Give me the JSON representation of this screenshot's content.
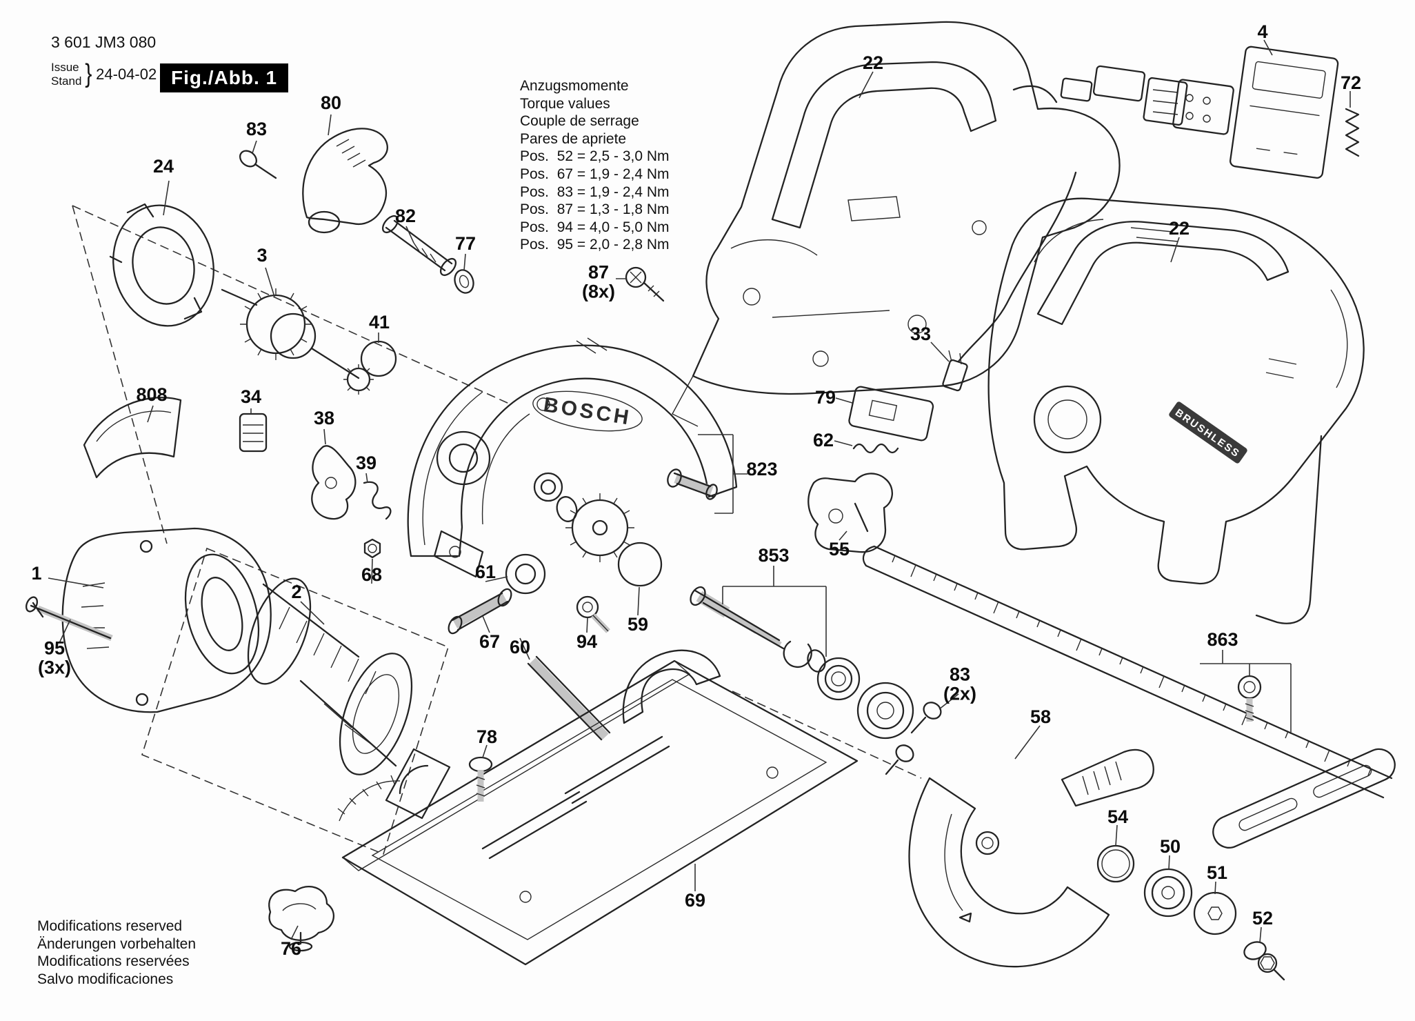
{
  "header": {
    "part_number": "3 601 JM3 080",
    "issue_label": "Issue",
    "stand_label": "Stand",
    "brace": "}",
    "date": "24-04-02",
    "figure_label": "Fig./Abb. 1"
  },
  "torque_table": {
    "titles": [
      "Anzugsmomente",
      "Torque values",
      "Couple de serrage",
      "Pares de apriete"
    ],
    "rows": [
      "Pos.  52 = 2,5 - 3,0 Nm",
      "Pos.  67 = 1,9 - 2,4 Nm",
      "Pos.  83 = 1,9 - 2,4 Nm",
      "Pos.  87 = 1,3 - 1,8 Nm",
      "Pos.  94 = 4,0 - 5,0 Nm",
      "Pos.  95 = 2,0 - 2,8 Nm"
    ]
  },
  "footer": {
    "lines": [
      "Modifications reserved",
      "Änderungen vorbehalten",
      "Modifications reservées",
      "Salvo modificaciones"
    ]
  },
  "drawing": {
    "bosch_logo": "BOSCH",
    "brushless_label": "BRUSHLESS",
    "line_color": "#232323",
    "background": "#fdfdfd"
  },
  "parts": [
    {
      "id": "80",
      "label": "80"
    },
    {
      "id": "83",
      "label": "83"
    },
    {
      "id": "24",
      "label": "24"
    },
    {
      "id": "82",
      "label": "82"
    },
    {
      "id": "77",
      "label": "77"
    },
    {
      "id": "3",
      "label": "3"
    },
    {
      "id": "41",
      "label": "41"
    },
    {
      "id": "22a",
      "label": "22"
    },
    {
      "id": "4",
      "label": "4"
    },
    {
      "id": "72",
      "label": "72"
    },
    {
      "id": "22b",
      "label": "22"
    },
    {
      "id": "87",
      "label": "87\n(8x)"
    },
    {
      "id": "33",
      "label": "33"
    },
    {
      "id": "79",
      "label": "79"
    },
    {
      "id": "62",
      "label": "62"
    },
    {
      "id": "808",
      "label": "808"
    },
    {
      "id": "34",
      "label": "34"
    },
    {
      "id": "38",
      "label": "38"
    },
    {
      "id": "39",
      "label": "39"
    },
    {
      "id": "823",
      "label": "823"
    },
    {
      "id": "55",
      "label": "55"
    },
    {
      "id": "853",
      "label": "853"
    },
    {
      "id": "1",
      "label": "1"
    },
    {
      "id": "68",
      "label": "68"
    },
    {
      "id": "61",
      "label": "61"
    },
    {
      "id": "2",
      "label": "2"
    },
    {
      "id": "95",
      "label": "95\n(3x)"
    },
    {
      "id": "67",
      "label": "67"
    },
    {
      "id": "60",
      "label": "60"
    },
    {
      "id": "94",
      "label": "94"
    },
    {
      "id": "59",
      "label": "59"
    },
    {
      "id": "83b",
      "label": "83\n(2x)"
    },
    {
      "id": "58",
      "label": "58"
    },
    {
      "id": "863",
      "label": "863"
    },
    {
      "id": "78",
      "label": "78"
    },
    {
      "id": "69",
      "label": "69"
    },
    {
      "id": "54",
      "label": "54"
    },
    {
      "id": "50",
      "label": "50"
    },
    {
      "id": "51",
      "label": "51"
    },
    {
      "id": "52",
      "label": "52"
    },
    {
      "id": "76",
      "label": "76"
    }
  ]
}
